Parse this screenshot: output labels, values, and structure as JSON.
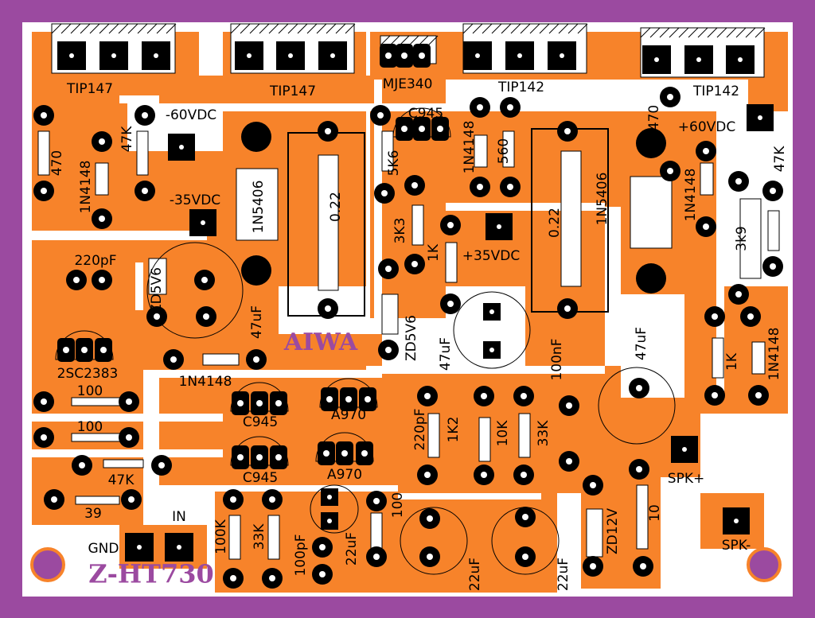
{
  "board": {
    "brand": "AIWA",
    "model": "Z-HT730",
    "colors": {
      "frame": "#9b4aa0",
      "copper": "#f7832a",
      "board": "#ffffff",
      "pad": "#000000"
    }
  },
  "labels": [
    "TIP147",
    "TIP147",
    "MJE340",
    "TIP142",
    "TIP142",
    "C945",
    "-60VDC",
    "+60VDC",
    "470",
    "47K",
    "1N4148",
    "-35VDC",
    "1N5406",
    "0.22",
    "5K6",
    "1N4148",
    "560",
    "0.22",
    "1N5406",
    "470",
    "1N4148",
    "47K",
    "3K3",
    "1K",
    "+35VDC",
    "3k9",
    "220pF",
    "ZD5V6",
    "47uF",
    "ZD5V6",
    "47uF",
    "100nF",
    "47uF",
    "1K",
    "1N4148",
    "2SC2383",
    "1N4148",
    "100",
    "100",
    "C945",
    "A970",
    "220pF",
    "1K2",
    "10K",
    "33K",
    "C945",
    "A970",
    "47K",
    "39",
    "IN",
    "GND",
    "100K",
    "33K",
    "100pF",
    "22uF",
    "100",
    "22uF",
    "22uF",
    "ZD12V",
    "10",
    "SPK+",
    "SPK-"
  ]
}
